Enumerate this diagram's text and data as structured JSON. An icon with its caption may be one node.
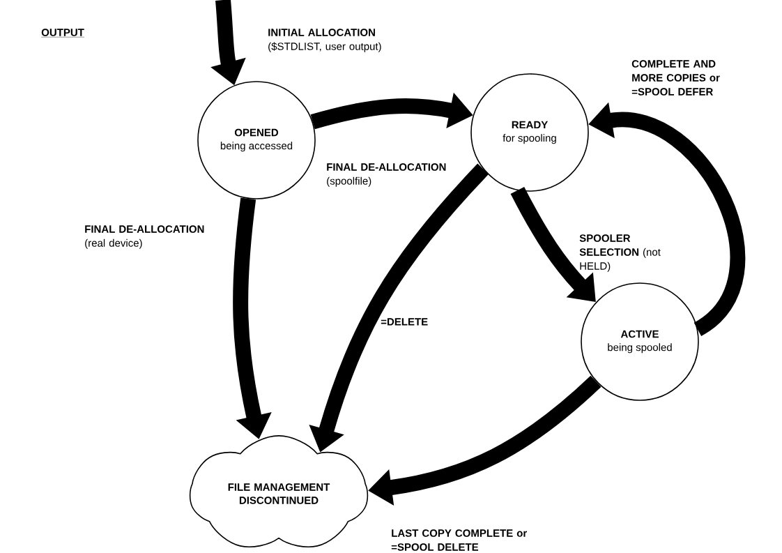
{
  "diagram": {
    "nodes": [
      {
        "text": [
          "OPENED",
          "being accessed"
        ]
      },
      {
        "text": [
          "READY",
          "for spooling"
        ]
      },
      {
        "text": [
          "ACTIVE",
          "being spooled"
        ]
      },
      {
        "text": [
          "FILE MANAGEMENT DISCONTINUED"
        ]
      }
    ],
    "edges": [
      {
        "from": null,
        "to": 0,
        "arrow": "to",
        "label": "**INITIAL ALLOCATION** ($STDLIST, user output)"
      },
      {
        "from": 0,
        "to": 1,
        "arrow": "to",
        "label": "**FINAL DE-ALLOCATION** (spoolfile)"
      },
      {
        "from": 0,
        "to": 3,
        "arrow": "to",
        "label": "**FINAL DE-ALLOCATION** (real device)"
      },
      {
        "from": 1,
        "to": 3,
        "arrow": "to",
        "label": "=DELETE"
      },
      {
        "from": 1,
        "to": 2,
        "arrow": "to",
        "label": "**SPOOLER SELECTION** (not HELD)"
      },
      {
        "from": 2,
        "to": 1,
        "arrow": "to",
        "label": "COMPLETE AND MORE COPIES or =SPOOL DEFER"
      },
      {
        "from": 2,
        "to": 3,
        "arrow": "to",
        "label": "LAST COPY COMPLETE or =SPOOL DELETE"
      }
    ],
    "labels": [
      "OUTPUT"
    ]
  }
}
